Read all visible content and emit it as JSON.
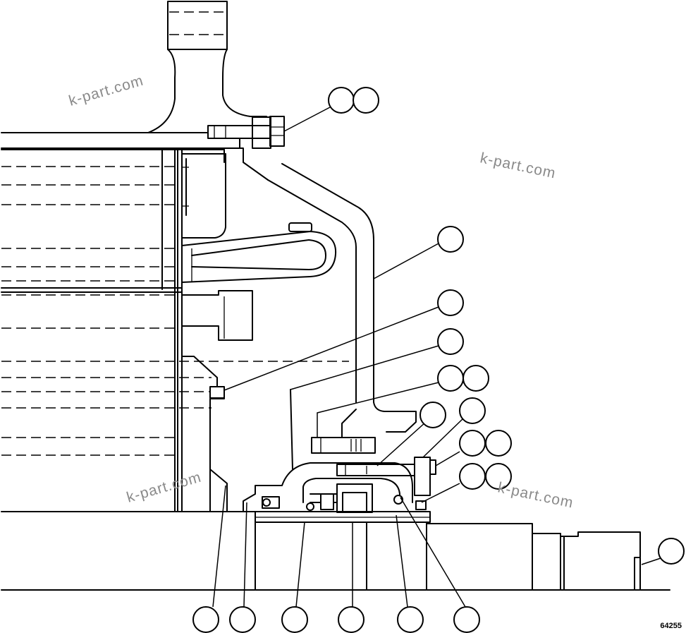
{
  "watermark": "k-part.com",
  "drawing_number": "64255",
  "callout_count": 20,
  "colors": {
    "line": "#000000",
    "watermark": "#8a8a8a",
    "background": "#ffffff"
  }
}
